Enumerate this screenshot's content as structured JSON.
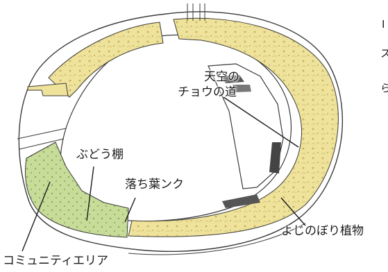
{
  "map": {
    "labels": {
      "sky_path": "天空のチョウの道",
      "sky_path_line1": "天空の",
      "sky_path_line2": "チョウの道",
      "grape_trellis": "ぶどう棚",
      "leaf_sink": "落ち葉ンク",
      "climbing_plants": "よじのぼり植物",
      "community_area": "コミュニティエリア"
    },
    "edge_fragments": [
      "I",
      "ス",
      "ら"
    ],
    "colors": {
      "garden_yellow": "#efe29a",
      "garden_green": "#c6dc98",
      "outline": "#3a3a3a",
      "building_white": "#ffffff",
      "text": "#1a1a1a"
    }
  }
}
